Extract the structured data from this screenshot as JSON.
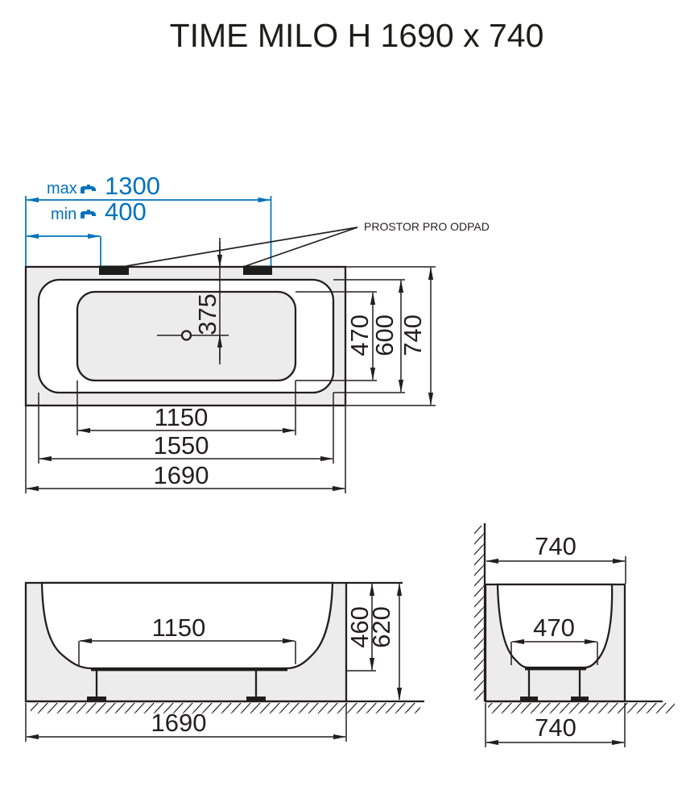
{
  "title": "TIME MILO H 1690 x 740",
  "colors": {
    "line": "#231f20",
    "tub_fill": "#ececec",
    "accent": "#0072bc",
    "background": "#ffffff"
  },
  "installation": {
    "max_label": "max",
    "max_value": "1300",
    "min_label": "min",
    "min_value": "400",
    "drain_area_label": "PROSTOR PRO ODPAD"
  },
  "top_view": {
    "overall_length": "1690",
    "rim_length": "1550",
    "bottom_length": "1150",
    "overall_width": "740",
    "rim_width": "600",
    "bottom_width": "470",
    "drain_offset": "375"
  },
  "front_view": {
    "bottom_length": "1150",
    "inner_depth": "460",
    "overall_height": "620",
    "overall_length": "1690"
  },
  "side_view": {
    "top_width": "740",
    "bottom_inner_width": "470",
    "bottom_width": "740"
  }
}
